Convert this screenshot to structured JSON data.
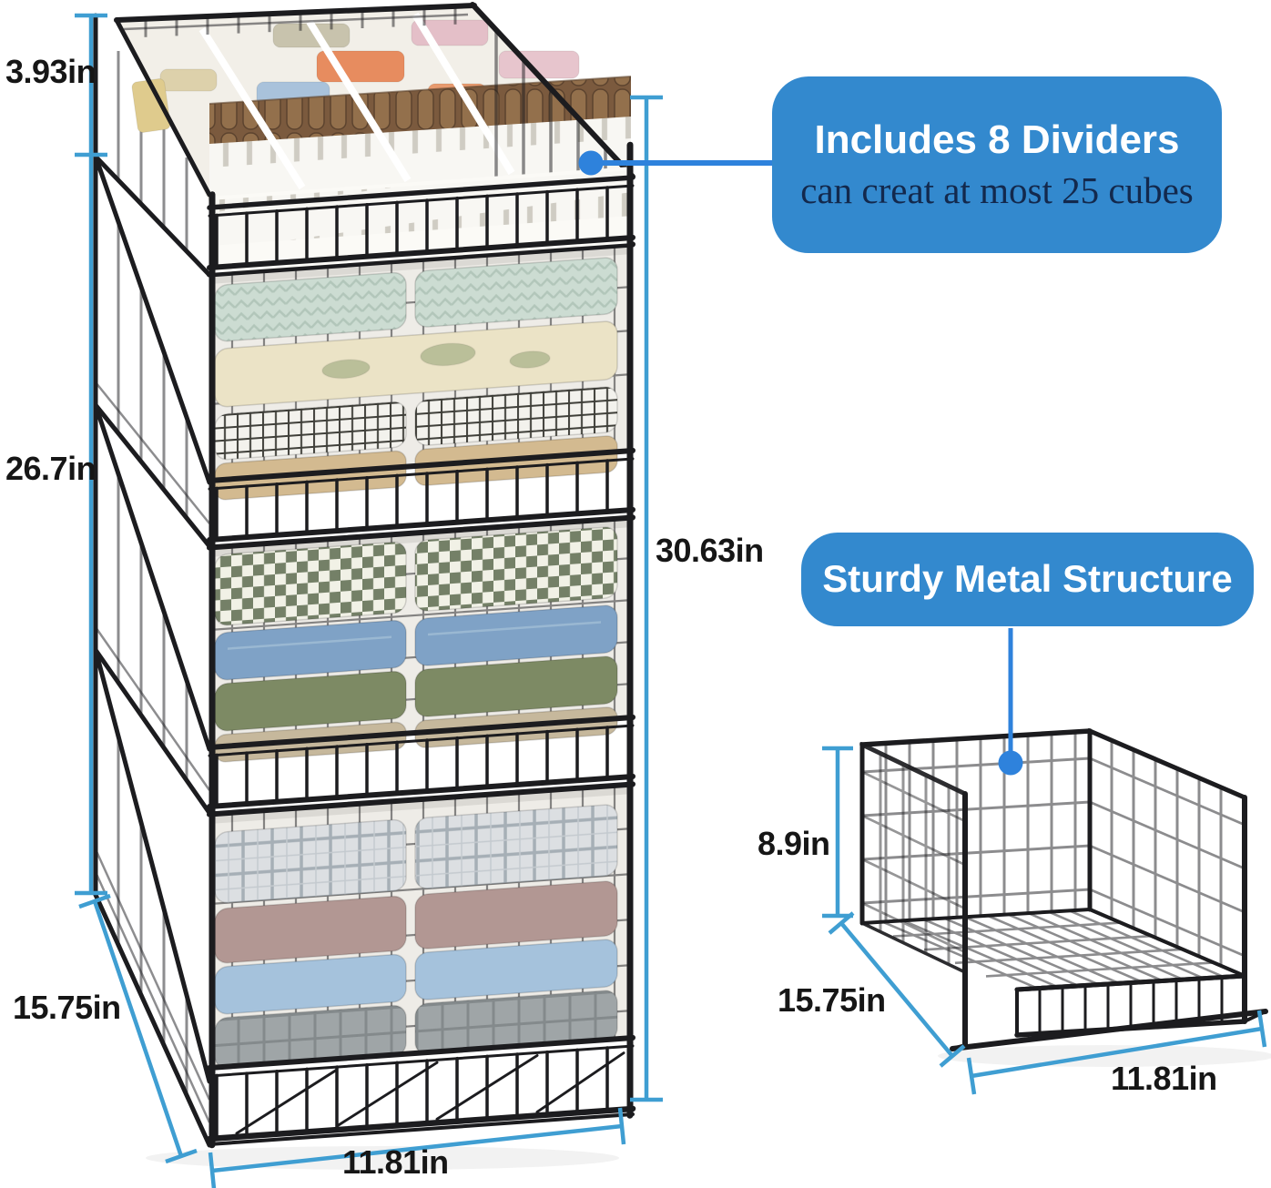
{
  "callouts": {
    "dividers": {
      "title": "Includes 8 Dividers",
      "subtitle": "can creat at most 25 cubes"
    },
    "metal": {
      "title": "Sturdy Metal Structure"
    }
  },
  "dimensions": {
    "stack": {
      "top_basket_height": "3.93in",
      "stacked_height": "26.7in",
      "total_height": "30.63in",
      "depth": "15.75in",
      "width": "11.81in"
    },
    "single": {
      "height": "8.9in",
      "depth": "15.75in",
      "width": "11.81in"
    }
  },
  "colors": {
    "callout_bg": "#3389ce",
    "leader_blue": "#2e82dc",
    "measure_blue": "#3f9ed2",
    "wire_color": "#1c1c1f",
    "label_black": "#161616",
    "subtitle_navy": "#13294d"
  },
  "illustration": {
    "stack_baskets": [
      {
        "name": "divider-basket",
        "contents": "white slotted dividers, rolled brown items, pink orange blue folded items"
      },
      {
        "name": "basket-2",
        "contents": "mint herringbone sweater, cream floral blanket, black-white plaid shirt, tan blanket"
      },
      {
        "name": "basket-3",
        "contents": "green gingham shirt, denim shirt, olive blanket, tan knit"
      },
      {
        "name": "basket-4",
        "contents": "gray plaid shirt, mauve towel, light blue towel, gray plaid blanket"
      }
    ],
    "single_basket": {
      "name": "empty-wire-basket",
      "contents": "empty black metal wire basket"
    }
  }
}
